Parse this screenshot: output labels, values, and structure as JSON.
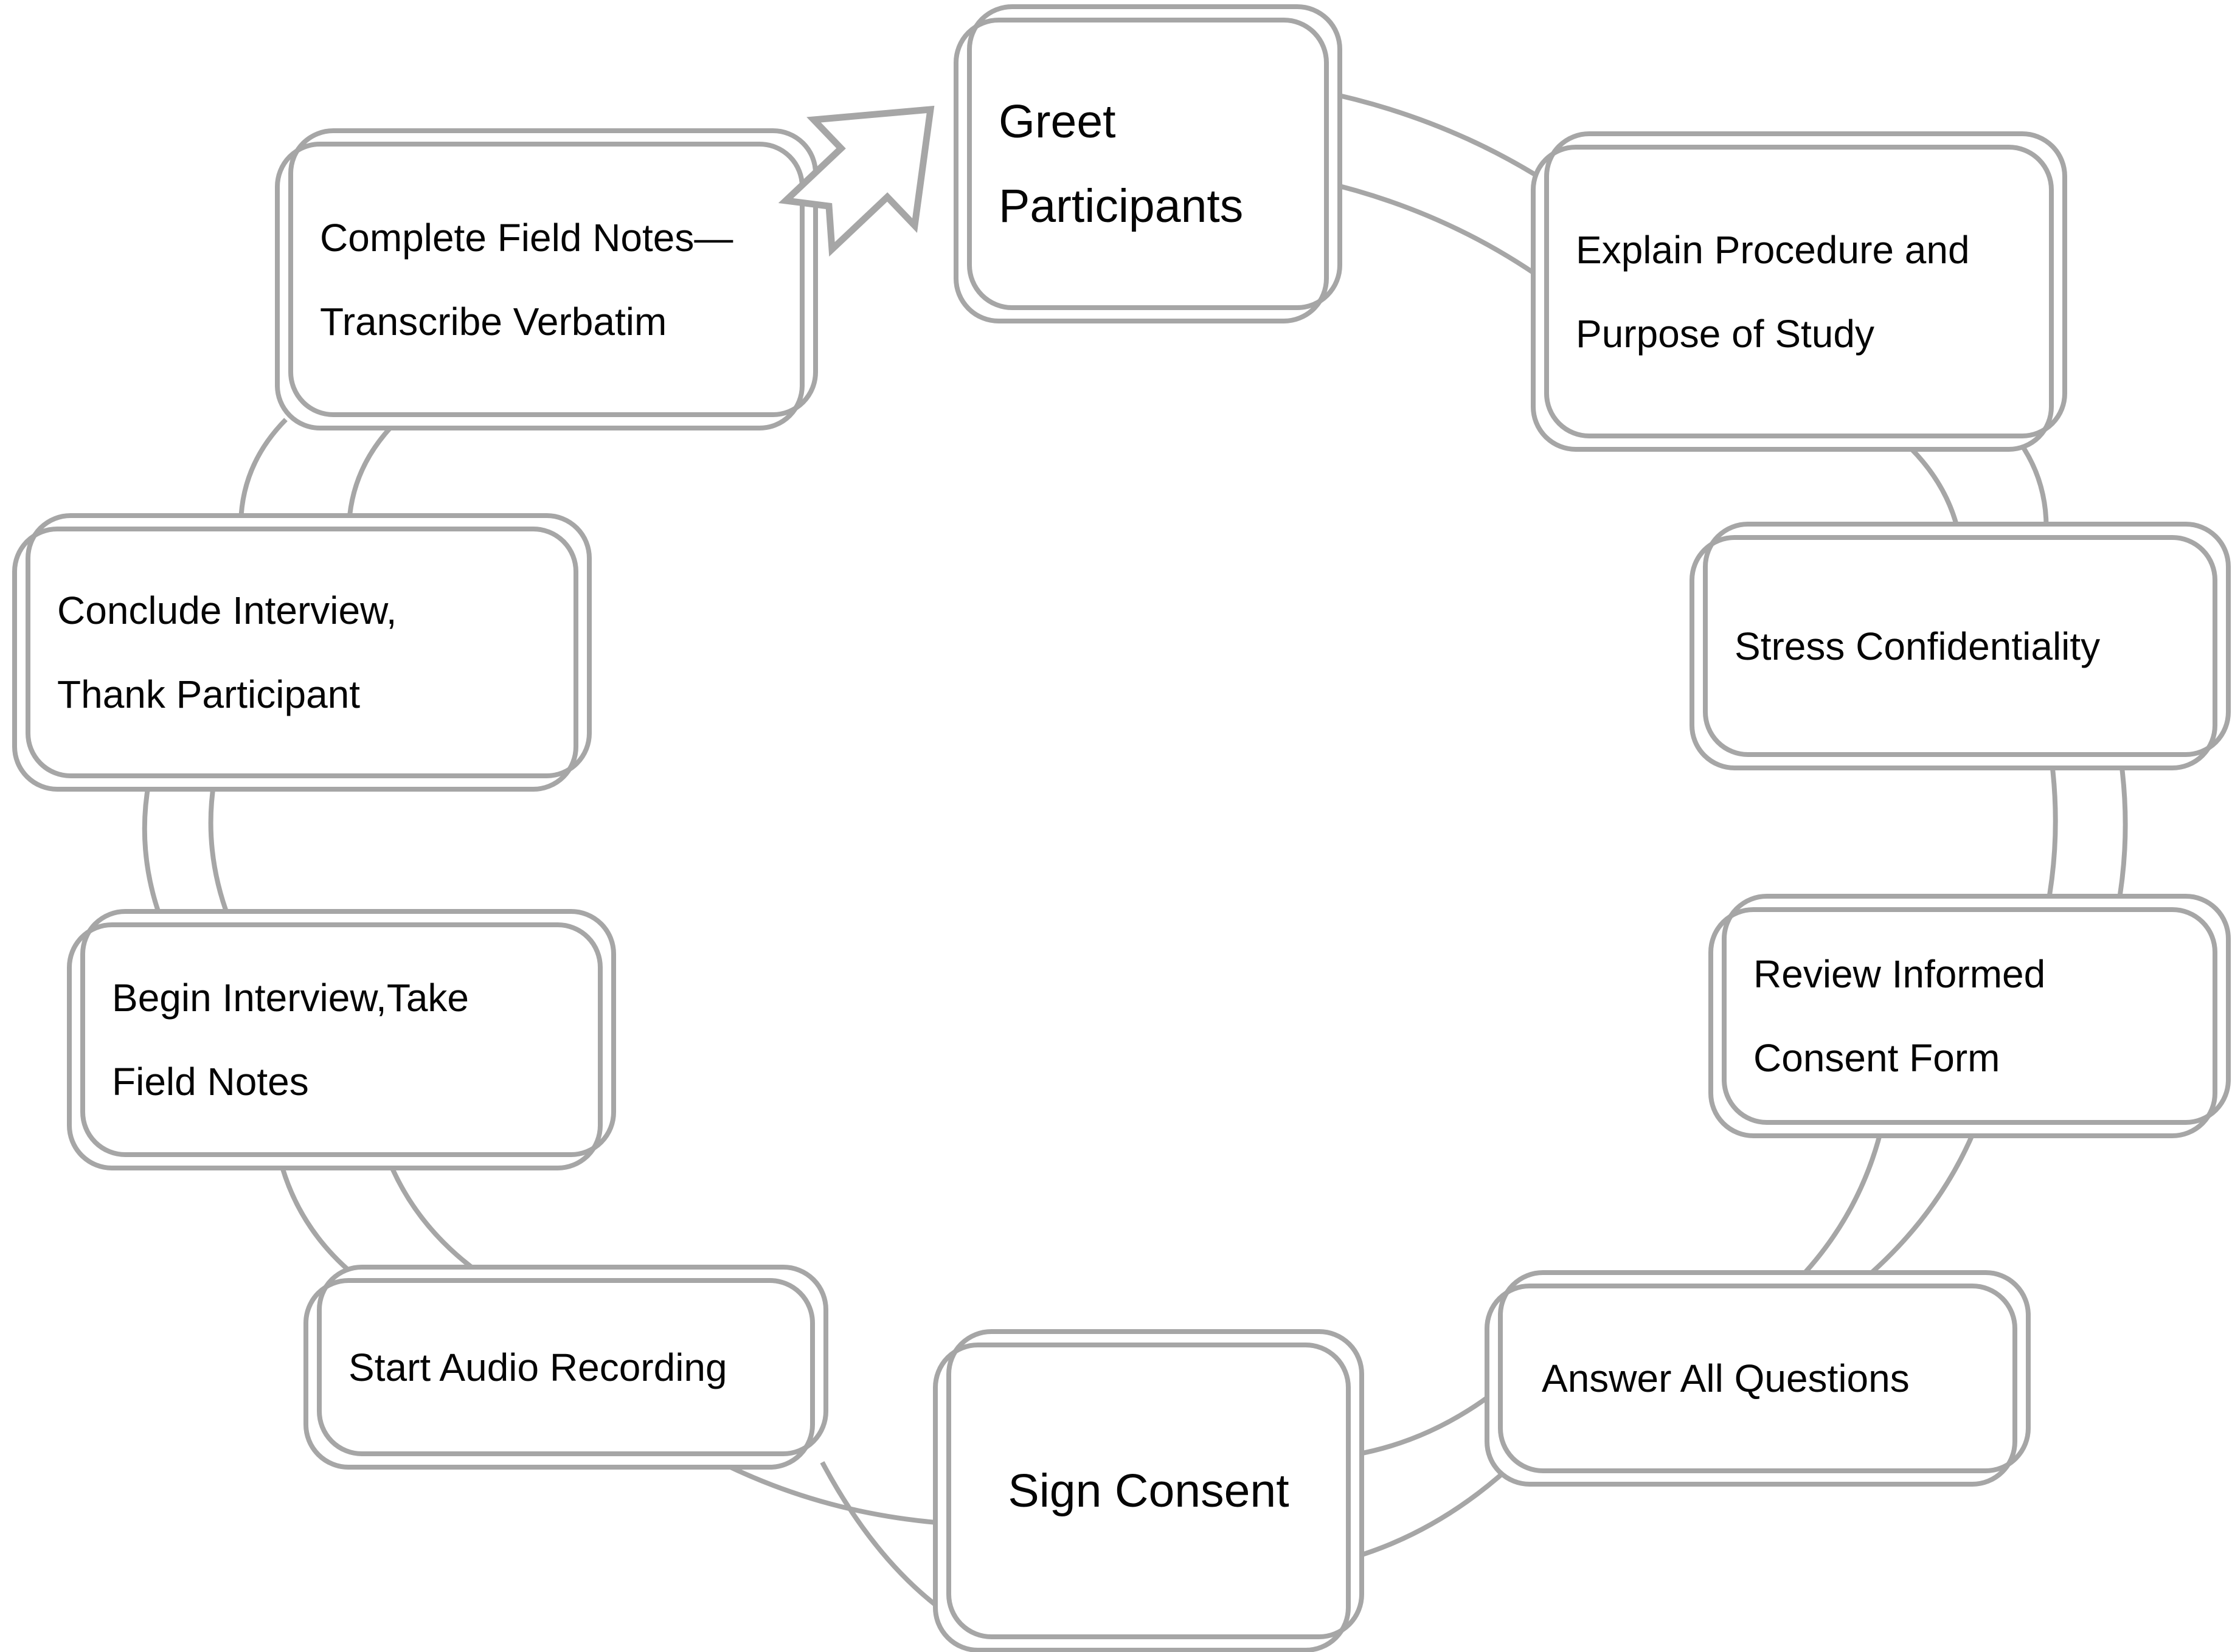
{
  "diagram": {
    "type": "cycle",
    "direction": "clockwise",
    "background_color": "#ffffff",
    "line_color": "#a6a6a6",
    "text_color": "#050505",
    "arrow": {
      "from": "complete-field-notes",
      "to": "greet-participants",
      "style": "block-arrow-outline"
    },
    "nodes": [
      {
        "id": "greet-participants",
        "lines": [
          "Greet",
          "Participants"
        ],
        "emphasis": true
      },
      {
        "id": "explain-procedure",
        "lines": [
          "Explain Procedure and",
          "Purpose of Study"
        ]
      },
      {
        "id": "stress-confidentiality",
        "lines": [
          "Stress Confidentiality"
        ]
      },
      {
        "id": "review-informed-consent",
        "lines": [
          "Review Informed",
          "Consent Form"
        ]
      },
      {
        "id": "answer-all-questions",
        "lines": [
          "Answer All Questions"
        ]
      },
      {
        "id": "sign-consent",
        "lines": [
          "Sign Consent"
        ],
        "emphasis": true
      },
      {
        "id": "start-audio-recording",
        "lines": [
          "Start Audio Recording"
        ]
      },
      {
        "id": "begin-interview",
        "lines": [
          "Begin Interview,Take",
          "Field Notes"
        ]
      },
      {
        "id": "conclude-interview",
        "lines": [
          "Conclude Interview,",
          "Thank Participant"
        ]
      },
      {
        "id": "complete-field-notes",
        "lines": [
          "Complete Field Notes—",
          "Transcribe Verbatim"
        ]
      }
    ]
  }
}
